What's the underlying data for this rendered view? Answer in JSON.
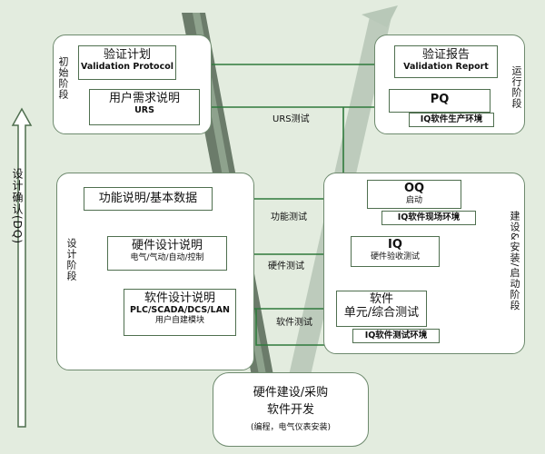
{
  "colors": {
    "background": "#e3ecdf",
    "line": "#2f7a3c",
    "band": "#5d6f5d",
    "panel_border": "#6e8a6e"
  },
  "dq_label": "设计确认(DQ)",
  "initial_phase": {
    "label": "初始阶段",
    "vp": {
      "title": "验证计划",
      "subtitle": "Validation Protocol"
    },
    "urs": {
      "title": "用户需求说明",
      "subtitle": "URS"
    }
  },
  "run_phase": {
    "label": "运行阶段",
    "vr": {
      "title": "验证报告",
      "subtitle": "Validation Report"
    },
    "pq": {
      "title": "PQ",
      "env": "IQ软件生产环境"
    }
  },
  "design_phase": {
    "label": "设计阶段",
    "fs": {
      "title": "功能说明/基本数据"
    },
    "hds": {
      "title": "硬件设计说明",
      "subtitle": "电气/气动/自动/控制"
    },
    "sds": {
      "title": "软件设计说明",
      "subtitle": "PLC/SCADA/DCS/LAN",
      "note": "用户自建模块"
    }
  },
  "build_phase": {
    "label": "建设&安装/启动阶段",
    "oq": {
      "title": "OQ",
      "subtitle": "启动",
      "env": "IQ软件现场环境"
    },
    "iq": {
      "title": "IQ",
      "subtitle": "硬件验收测试"
    },
    "swtest": {
      "title": "软件",
      "subtitle": "单元/综合测试",
      "env": "IQ软件测试环境"
    }
  },
  "tests": {
    "urs_test": "URS测试",
    "func_test": "功能测试",
    "hw_test": "硬件测试",
    "sw_test": "软件测试"
  },
  "bottom": {
    "line1": "硬件建设/采购",
    "line2": "软件开发",
    "line3": "(编程，电气仪表安装)"
  }
}
